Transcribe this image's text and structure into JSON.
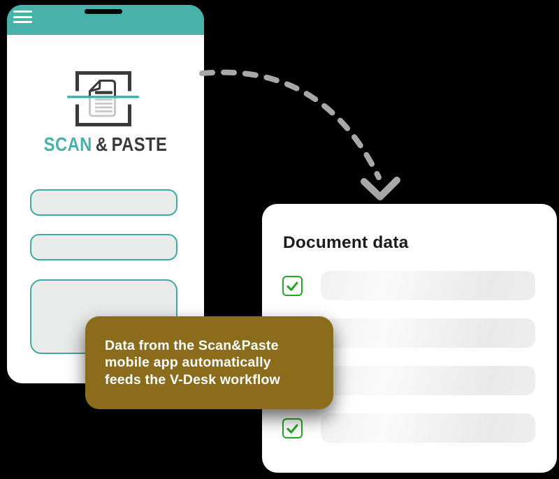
{
  "colors": {
    "bg": "#000000",
    "teal": "#47b1aa",
    "teal-border": "#3faaa3",
    "phone-bg": "#ffffff",
    "field-bg": "#e9eaea",
    "dark": "#3a3a3c",
    "panel-bg": "#ffffff",
    "heading": "#1c1c1e",
    "green": "#22a822",
    "arrow": "#a8a8a8",
    "tooltip-bg": "#8a6c1c",
    "tooltip-text": "#ffffff",
    "scan-line": "#35b3ab"
  },
  "phone": {
    "menu_icon": "hamburger-icon",
    "speaker": "speaker-notch",
    "logo": {
      "scan": "SCAN",
      "amp": "&",
      "paste": "PASTE",
      "icon": "scan-document-icon"
    }
  },
  "arrow": {
    "style": "dashed-curve",
    "direction": "phone-to-panel"
  },
  "panel": {
    "title": "Document data",
    "rows": [
      {
        "checked": true
      },
      {
        "checked": true
      },
      {
        "checked": true
      },
      {
        "checked": true
      }
    ]
  },
  "tooltip": {
    "lines": [
      "Data from the Scan&Paste",
      "mobile app automatically",
      "feeds the V-Desk workflow"
    ]
  }
}
